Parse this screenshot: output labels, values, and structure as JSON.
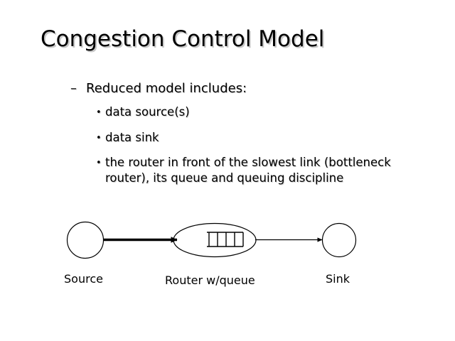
{
  "slide": {
    "title": "Congestion Control Model",
    "background_color": "#ffffff",
    "text_color": "#000000",
    "shadow_color": "#c9c9c9"
  },
  "body": {
    "bullets": [
      {
        "level": 1,
        "marker": "–",
        "text": "Reduced model includes:"
      },
      {
        "level": 2,
        "marker": "•",
        "text": "data source(s)"
      },
      {
        "level": 2,
        "marker": "•",
        "text": "data sink"
      },
      {
        "level": 2,
        "marker": "•",
        "text": "the router in front of the slowest link (bottleneck router), its queue and queuing discipline"
      }
    ]
  },
  "diagram": {
    "nodes": [
      {
        "id": "source",
        "shape": "circle",
        "label": "Source"
      },
      {
        "id": "router",
        "shape": "ellipse",
        "label": "Router w/queue"
      },
      {
        "id": "sink",
        "shape": "circle",
        "label": "Sink"
      }
    ],
    "queue": {
      "cells": 4,
      "open_side": "left"
    },
    "arrows": [
      {
        "from": "source",
        "to": "router",
        "style": "thick"
      },
      {
        "from": "router",
        "to": "sink",
        "style": "thin"
      }
    ],
    "stroke_color": "#000000"
  }
}
